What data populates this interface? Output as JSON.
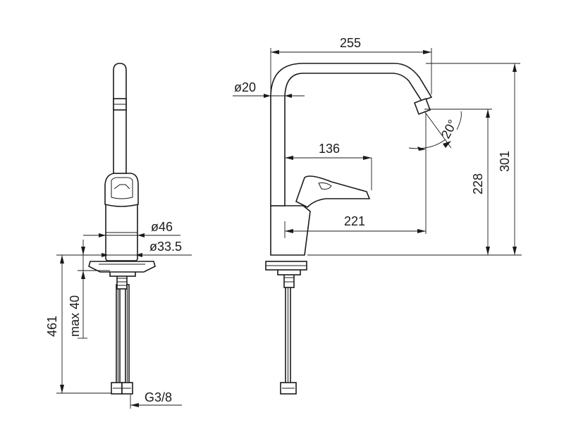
{
  "labels": {
    "dia_spout": "ø20",
    "reach": "255",
    "angle": "20°",
    "lever_length": "136",
    "spout_height": "228",
    "total_height": "301",
    "spout_reach": "221",
    "dia_body": "ø46",
    "dia_hole": "ø33.5",
    "overall_length": "461",
    "max_thickness": "max 40",
    "thread": "G3/8"
  }
}
